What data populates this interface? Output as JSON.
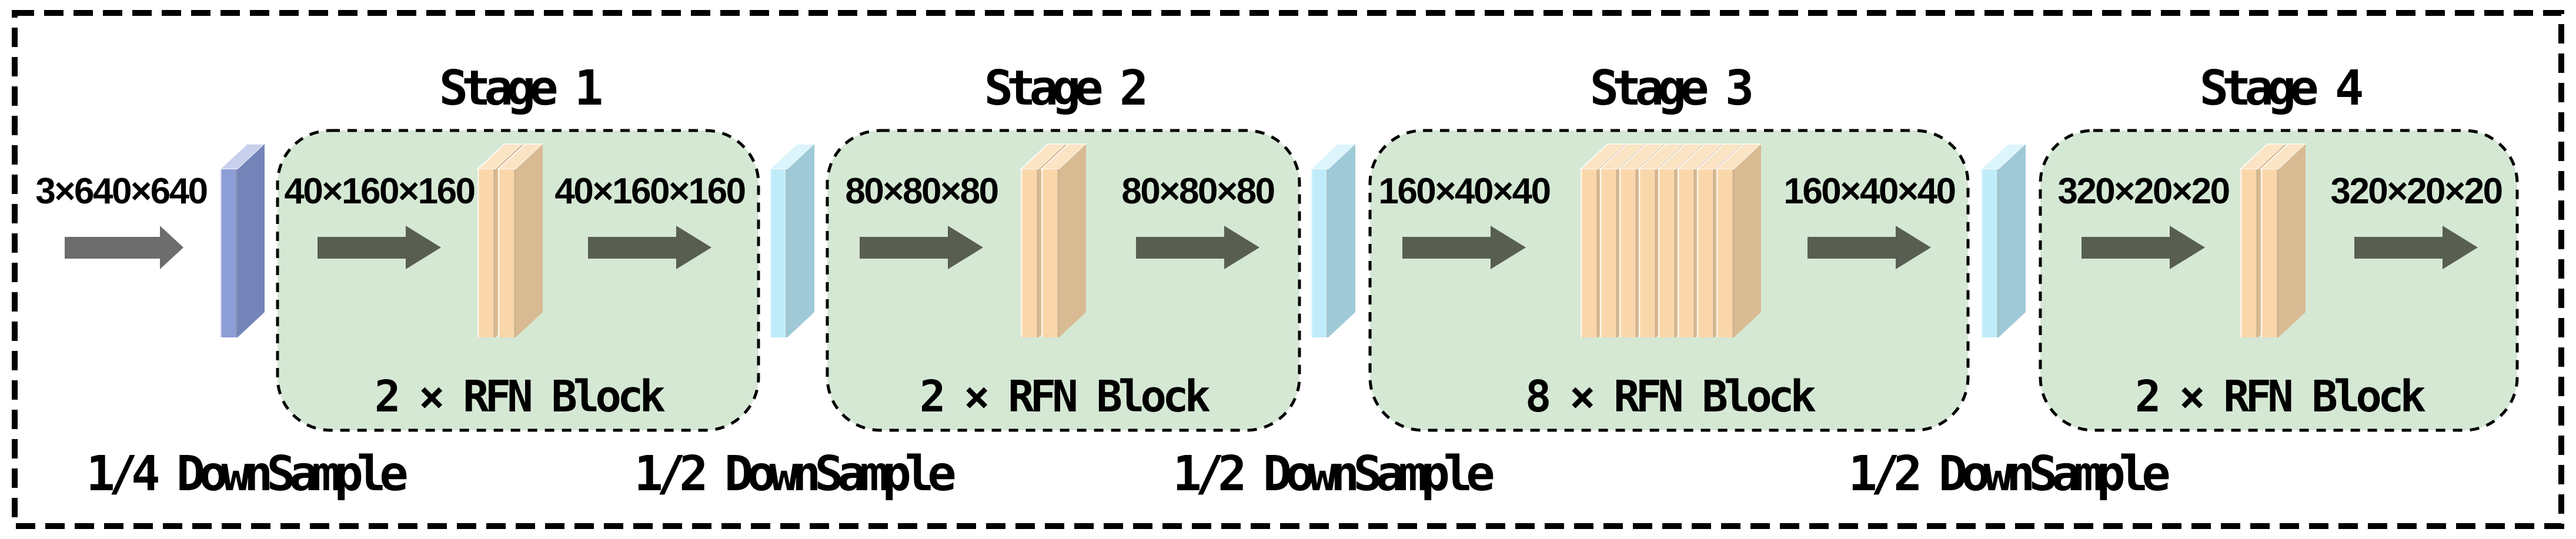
{
  "diagram": {
    "input_label": "3×640×640",
    "downsample_labels": [
      "1/4 DownSample",
      "1/2 DownSample",
      "1/2 DownSample",
      "1/2 DownSample"
    ],
    "stages": [
      {
        "title": "Stage 1",
        "input_dim": "40×160×160",
        "output_dim": "40×160×160",
        "blocks_label": "2 × RFN Block",
        "num_rfn_blocks": 2
      },
      {
        "title": "Stage 2",
        "input_dim": "80×80×80",
        "output_dim": "80×80×80",
        "blocks_label": "2 × RFN Block",
        "num_rfn_blocks": 2
      },
      {
        "title": "Stage 3",
        "input_dim": "160×40×40",
        "output_dim": "160×40×40",
        "blocks_label": "8 × RFN Block",
        "num_rfn_blocks": 8
      },
      {
        "title": "Stage 4",
        "input_dim": "320×20×20",
        "output_dim": "320×20×20",
        "blocks_label": "2 × RFN Block",
        "num_rfn_blocks": 2
      }
    ],
    "colors": {
      "stage_fill": "#d5e8d4",
      "arrow_input": "#6d6d6d",
      "arrow_dark": "#585e52",
      "border": "#000000",
      "slabs": {
        "tan": {
          "front": "#fad7ab",
          "top": "#fbe4c4",
          "side": "#d9bb93"
        },
        "blue": {
          "front": "#8d9ed6",
          "top": "#c7d0ec",
          "side": "#7484b8"
        },
        "cyan": {
          "front": "#c0ecfa",
          "top": "#dcf4fc",
          "side": "#9fc9d6"
        }
      }
    }
  }
}
